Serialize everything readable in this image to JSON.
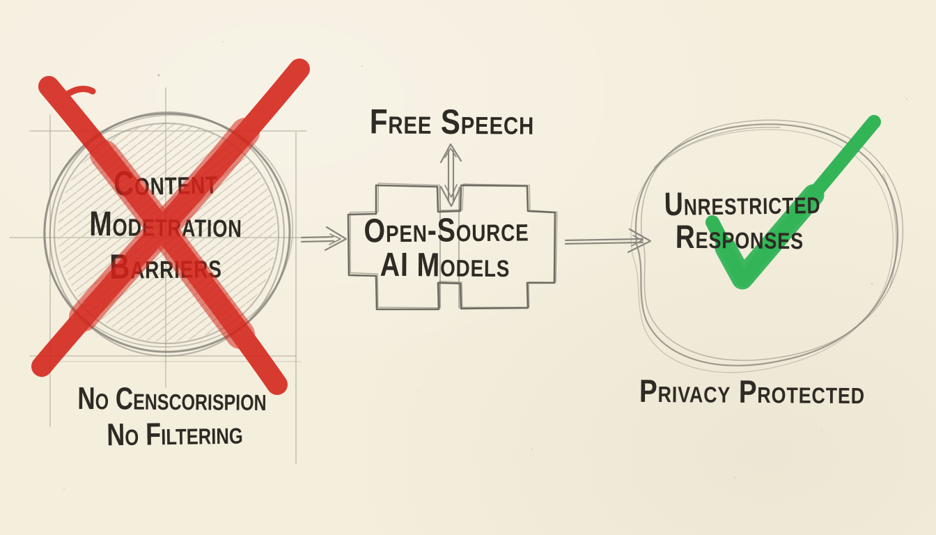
{
  "colors": {
    "paper": "#f4eedd",
    "pencil": "#8b867c",
    "pencil_dark": "#6f6a61",
    "guide": "#a49e90",
    "ink": "#2e2a24",
    "red": "#d42319",
    "green": "#33b457"
  },
  "icons": {
    "x_mark": "✗",
    "check": "✓",
    "arrow_right": "→",
    "arrow_up_down": "↕"
  },
  "left": {
    "circle_lines": [
      "Content",
      "Modetration",
      "Barriers"
    ],
    "caption_lines": [
      "No Censcorispion",
      "No Filtering"
    ]
  },
  "center": {
    "top_label": "Free Speech",
    "box_lines": [
      "Open-Source",
      "AI Models"
    ]
  },
  "right": {
    "blob_lines": [
      "Unrestricted",
      "Responses"
    ],
    "caption": "Privacy Protected"
  }
}
